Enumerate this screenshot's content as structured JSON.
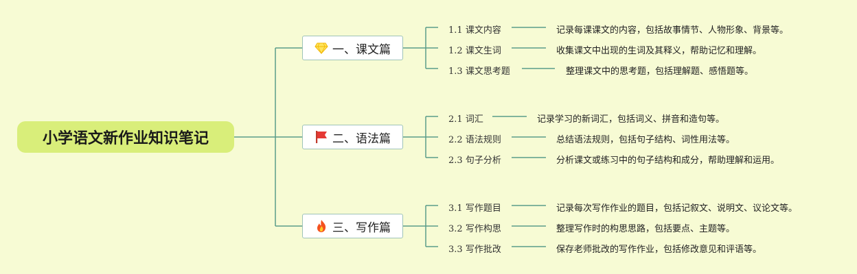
{
  "root": {
    "title": "小学语文新作业知识笔记"
  },
  "colors": {
    "line": "#5a9c8a",
    "background": "#f7fbd4",
    "root_fill": "#d9ee7a"
  },
  "branches": [
    {
      "icon": "gem-icon",
      "label": "一、课文篇",
      "items": [
        {
          "num": "1.1",
          "title": "课文内容",
          "desc": "记录每课课文的内容，包括故事情节、人物形象、背景等。"
        },
        {
          "num": "1.2",
          "title": "课文生词",
          "desc": "收集课文中出现的生词及其释义，帮助记忆和理解。"
        },
        {
          "num": "1.3",
          "title": "课文思考题",
          "desc": "整理课文中的思考题，包括理解题、感悟题等。"
        }
      ]
    },
    {
      "icon": "flag-icon",
      "label": "二、语法篇",
      "items": [
        {
          "num": "2.1",
          "title": "词汇",
          "desc": "记录学习的新词汇，包括词义、拼音和造句等。"
        },
        {
          "num": "2.2",
          "title": "语法规则",
          "desc": "总结语法规则，包括句子结构、词性用法等。"
        },
        {
          "num": "2.3",
          "title": "句子分析",
          "desc": "分析课文或练习中的句子结构和成分，帮助理解和运用。"
        }
      ]
    },
    {
      "icon": "fire-icon",
      "label": "三、写作篇",
      "items": [
        {
          "num": "3.1",
          "title": "写作题目",
          "desc": "记录每次写作作业的题目，包括记叙文、说明文、议论文等。"
        },
        {
          "num": "3.2",
          "title": "写作构思",
          "desc": "整理写作时的构思思路，包括要点、主题等。"
        },
        {
          "num": "3.3",
          "title": "写作批改",
          "desc": "保存老师批改的写作作业，包括修改意见和评语等。"
        }
      ]
    }
  ]
}
